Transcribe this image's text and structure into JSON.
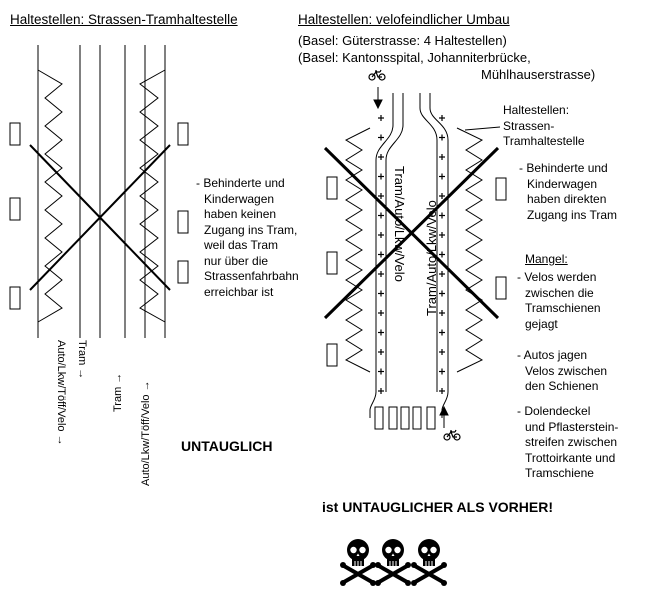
{
  "left": {
    "title": "Haltestellen: Strassen-Tramhaltestelle",
    "note": [
      "- Behinderte und",
      "Kinderwagen",
      "haben keinen",
      "Zugang ins Tram,",
      "weil das Tram",
      "nur über die",
      "Strassenfahrbahn",
      "erreichbar ist"
    ],
    "lane_labels": [
      "Auto/Lkw/Töff/Velo →",
      "Tram →",
      "Tram →",
      "Auto/Lkw/Töff/Velo →"
    ],
    "verdict": "UNTAUGLICH"
  },
  "right": {
    "title": "Haltestellen: velofeindlicher Umbau",
    "subtitle_1": "(Basel: Güterstrasse: 4 Haltestellen)",
    "subtitle_2": "(Basel: Kantonsspital, Johanniterbrücke,",
    "subtitle_3": "Mühlhauserstrasse)",
    "lane_text_left": "Tram/Auto/Lkw/Velo",
    "lane_text_right": "Tram/Auto/Lkw/Velo",
    "stop_label": [
      "Haltestellen:",
      "Strassen-",
      "Tramhaltestelle"
    ],
    "note": [
      "- Behinderte und",
      "Kinderwagen",
      "haben direkten",
      "Zugang ins Tram"
    ],
    "mangel_title": "Mangel:",
    "mangel_1": [
      "- Velos werden",
      "zwischen die",
      "Tramschienen",
      "gejagt"
    ],
    "mangel_2": [
      "- Autos jagen",
      "Velos zwischen",
      "den Schienen"
    ],
    "mangel_3": [
      "- Dolendeckel",
      "und Pflasterstein-",
      "streifen zwischen",
      "Trottoirkante und",
      "Tramschiene"
    ],
    "verdict": "ist UNTAUGLICHER ALS VORHER!"
  },
  "icons": [
    "bicycle-icon",
    "bicycle-icon",
    "skull-crossbones-icon",
    "skull-crossbones-icon",
    "skull-crossbones-icon"
  ]
}
